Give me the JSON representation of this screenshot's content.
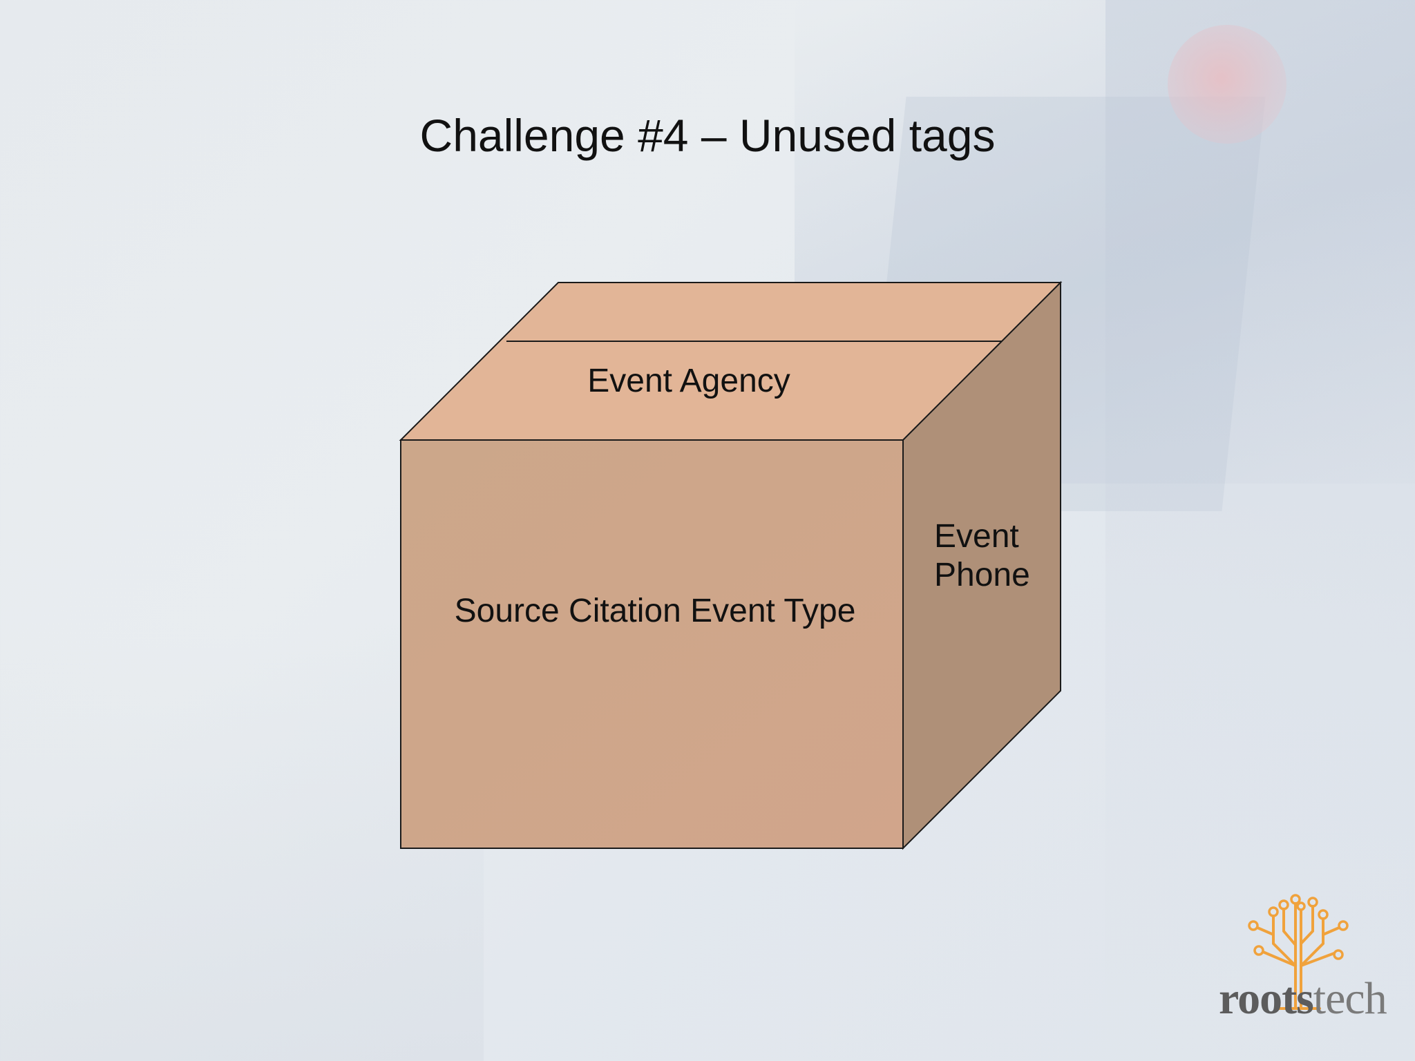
{
  "slide": {
    "title": "Challenge #4 – Unused tags"
  },
  "diagram": {
    "type": "box",
    "top_face_label": "Event Agency",
    "front_face_label": "Source Citation Event Type",
    "side_face_label_line1": "Event",
    "side_face_label_line2": "Phone",
    "colors": {
      "top_face": "#e2b597",
      "front_face": "#cda68a",
      "side_face": "#af9078",
      "outline": "#1a1a1a"
    }
  },
  "logo": {
    "word_bold": "roots",
    "word_light": "tech",
    "icon": "tree-icon",
    "color": "#f0a23c"
  }
}
